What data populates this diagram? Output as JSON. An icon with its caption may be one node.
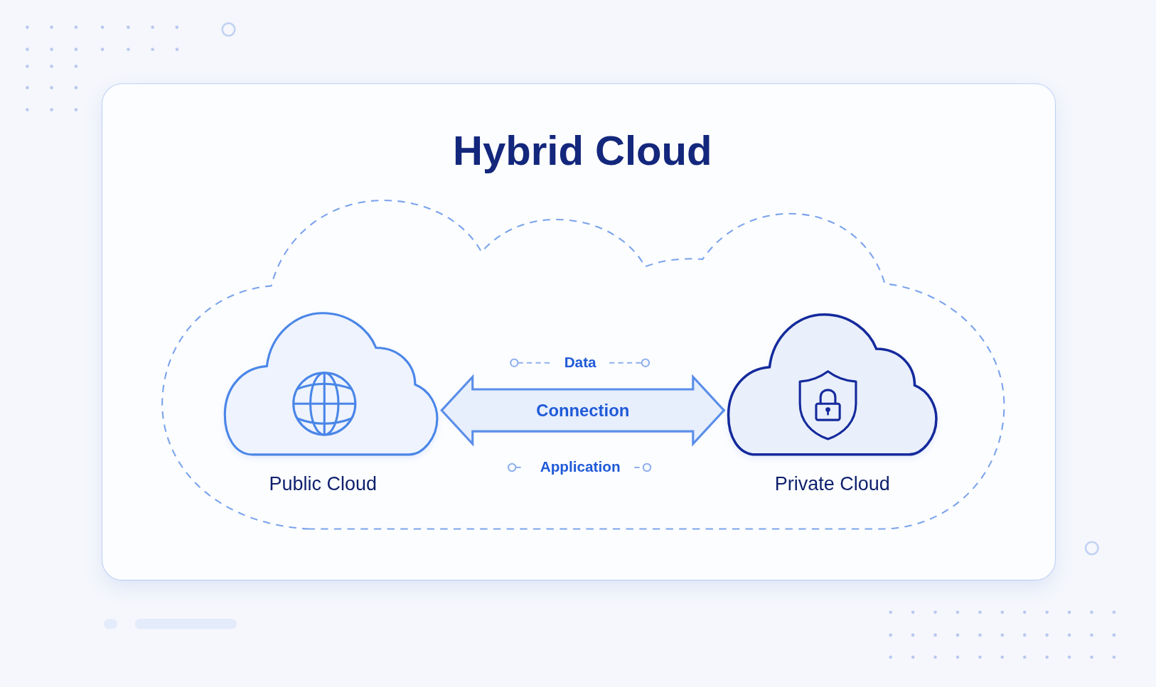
{
  "diagram": {
    "title": "Hybrid Cloud",
    "nodes": [
      {
        "text": [],
        "shape": "cloud"
      },
      {
        "text": [
          "Public Cloud"
        ],
        "in": 0
      },
      {
        "text": [
          "Private Cloud"
        ],
        "in": 0
      }
    ],
    "edges": [
      {
        "from": 1,
        "to": 2,
        "arrow": "both",
        "label": "Connection"
      }
    ],
    "labels": [
      "Data",
      "Application"
    ]
  }
}
